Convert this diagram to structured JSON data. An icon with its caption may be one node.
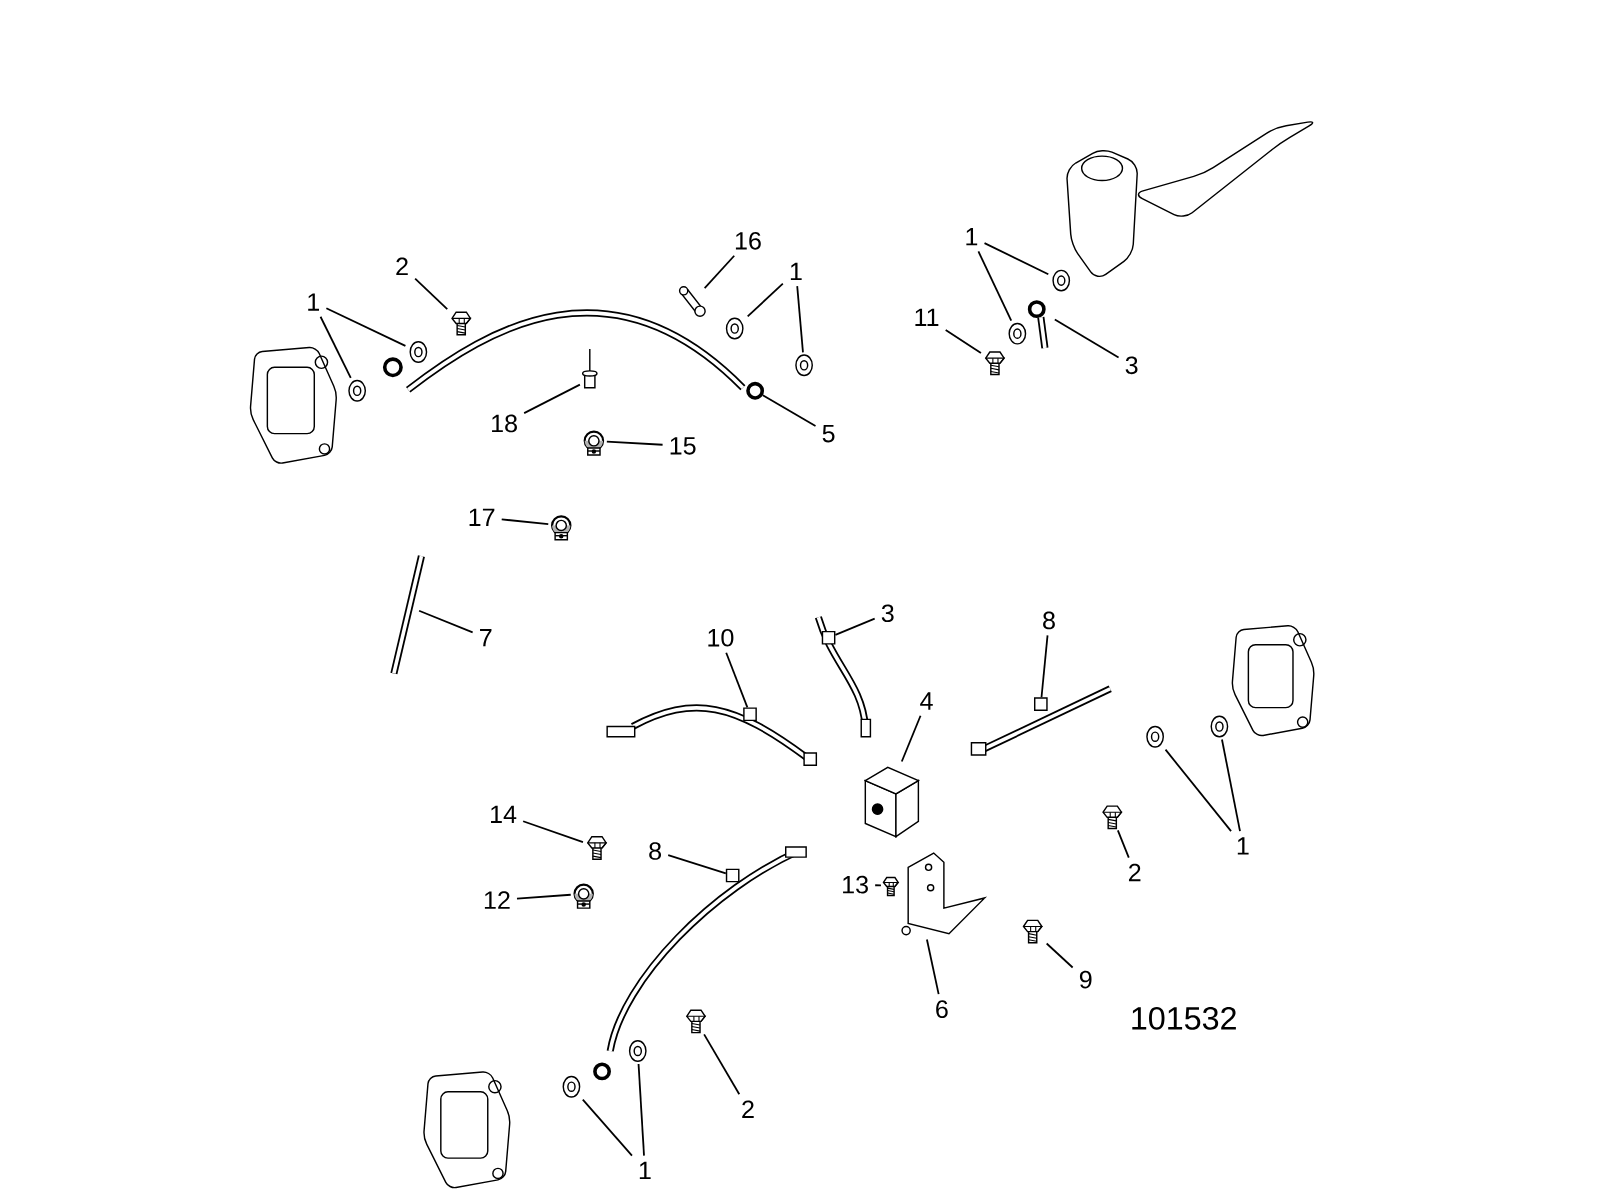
{
  "diagram": {
    "nodes": [
      {
        "text": [
          "16"
        ]
      },
      {
        "text": [],
        "shape": "picture"
      },
      {
        "text": [
          "2"
        ]
      },
      {
        "text": [],
        "shape": "picture"
      },
      {
        "text": [
          "1"
        ]
      },
      {
        "text": [],
        "shape": "picture"
      },
      {
        "text": [],
        "shape": "picture"
      },
      {
        "text": [
          "1"
        ]
      },
      {
        "text": [],
        "shape": "picture"
      },
      {
        "text": [],
        "shape": "picture"
      },
      {
        "text": [
          "18"
        ]
      },
      {
        "text": [],
        "shape": "picture"
      },
      {
        "text": [
          "5"
        ]
      },
      {
        "text": [],
        "shape": "circle"
      },
      {
        "text": [
          "15"
        ]
      },
      {
        "text": [],
        "shape": "picture"
      },
      {
        "text": [
          "1"
        ]
      },
      {
        "text": [],
        "shape": "picture"
      },
      {
        "text": [],
        "shape": "picture"
      },
      {
        "text": [
          "11"
        ]
      },
      {
        "text": [],
        "shape": "picture"
      },
      {
        "text": [
          "3"
        ]
      },
      {
        "text": [],
        "shape": "picture"
      },
      {
        "text": [
          "17"
        ]
      },
      {
        "text": [],
        "shape": "picture"
      },
      {
        "text": [
          "7"
        ]
      },
      {
        "text": [],
        "shape": "picture"
      },
      {
        "text": [
          "3"
        ]
      },
      {
        "text": [],
        "shape": "box"
      },
      {
        "text": [
          "10"
        ]
      },
      {
        "text": [],
        "shape": "box"
      },
      {
        "text": [
          "8"
        ]
      },
      {
        "text": [],
        "shape": "box"
      },
      {
        "text": [
          "4"
        ]
      },
      {
        "text": [],
        "shape": "picture"
      },
      {
        "text": [
          "14"
        ]
      },
      {
        "text": [],
        "shape": "picture"
      },
      {
        "text": [
          "8"
        ]
      },
      {
        "text": [],
        "shape": "box"
      },
      {
        "text": [
          "12"
        ]
      },
      {
        "text": [],
        "shape": "picture"
      },
      {
        "text": [
          "13"
        ]
      },
      {
        "text": [],
        "shape": "picture"
      },
      {
        "text": [
          "2"
        ]
      },
      {
        "text": [],
        "shape": "picture"
      },
      {
        "text": [
          "1"
        ]
      },
      {
        "text": [],
        "shape": "picture"
      },
      {
        "text": [],
        "shape": "picture"
      },
      {
        "text": [
          "9"
        ]
      },
      {
        "text": [],
        "shape": "picture"
      },
      {
        "text": [
          "6"
        ]
      },
      {
        "text": [],
        "shape": "picture"
      },
      {
        "text": [
          "2"
        ]
      },
      {
        "text": [],
        "shape": "picture"
      },
      {
        "text": [
          "1"
        ]
      },
      {
        "text": [],
        "shape": "picture"
      },
      {
        "text": [],
        "shape": "picture"
      }
    ],
    "edges": [
      {
        "from": 0,
        "to": 1,
        "arrow": "none"
      },
      {
        "from": 2,
        "to": 3,
        "arrow": "none"
      },
      {
        "from": 4,
        "to": 5,
        "arrow": "none"
      },
      {
        "from": 4,
        "to": 6,
        "arrow": "none"
      },
      {
        "from": 7,
        "to": 8,
        "arrow": "none"
      },
      {
        "from": 7,
        "to": 9,
        "arrow": "none"
      },
      {
        "from": 10,
        "to": 11,
        "arrow": "none"
      },
      {
        "from": 12,
        "to": 13,
        "arrow": "none"
      },
      {
        "from": 14,
        "to": 15,
        "arrow": "none"
      },
      {
        "from": 16,
        "to": 17,
        "arrow": "none"
      },
      {
        "from": 16,
        "to": 18,
        "arrow": "none"
      },
      {
        "from": 19,
        "to": 20,
        "arrow": "none"
      },
      {
        "from": 21,
        "to": 22,
        "arrow": "none"
      },
      {
        "from": 23,
        "to": 24,
        "arrow": "none"
      },
      {
        "from": 25,
        "to": 26,
        "arrow": "none"
      },
      {
        "from": 27,
        "to": 28,
        "arrow": "none"
      },
      {
        "from": 29,
        "to": 30,
        "arrow": "none"
      },
      {
        "from": 31,
        "to": 32,
        "arrow": "none"
      },
      {
        "from": 33,
        "to": 34,
        "arrow": "none"
      },
      {
        "from": 35,
        "to": 36,
        "arrow": "none"
      },
      {
        "from": 37,
        "to": 38,
        "arrow": "none"
      },
      {
        "from": 39,
        "to": 40,
        "arrow": "none"
      },
      {
        "from": 41,
        "to": 42,
        "arrow": "none"
      },
      {
        "from": 43,
        "to": 44,
        "arrow": "none"
      },
      {
        "from": 45,
        "to": 46,
        "arrow": "none"
      },
      {
        "from": 45,
        "to": 47,
        "arrow": "none"
      },
      {
        "from": 48,
        "to": 49,
        "arrow": "none"
      },
      {
        "from": 50,
        "to": 51,
        "arrow": "none"
      },
      {
        "from": 52,
        "to": 53,
        "arrow": "none"
      },
      {
        "from": 54,
        "to": 55,
        "arrow": "none"
      },
      {
        "from": 54,
        "to": 56,
        "arrow": "none"
      }
    ],
    "labels": [
      "101532"
    ]
  }
}
